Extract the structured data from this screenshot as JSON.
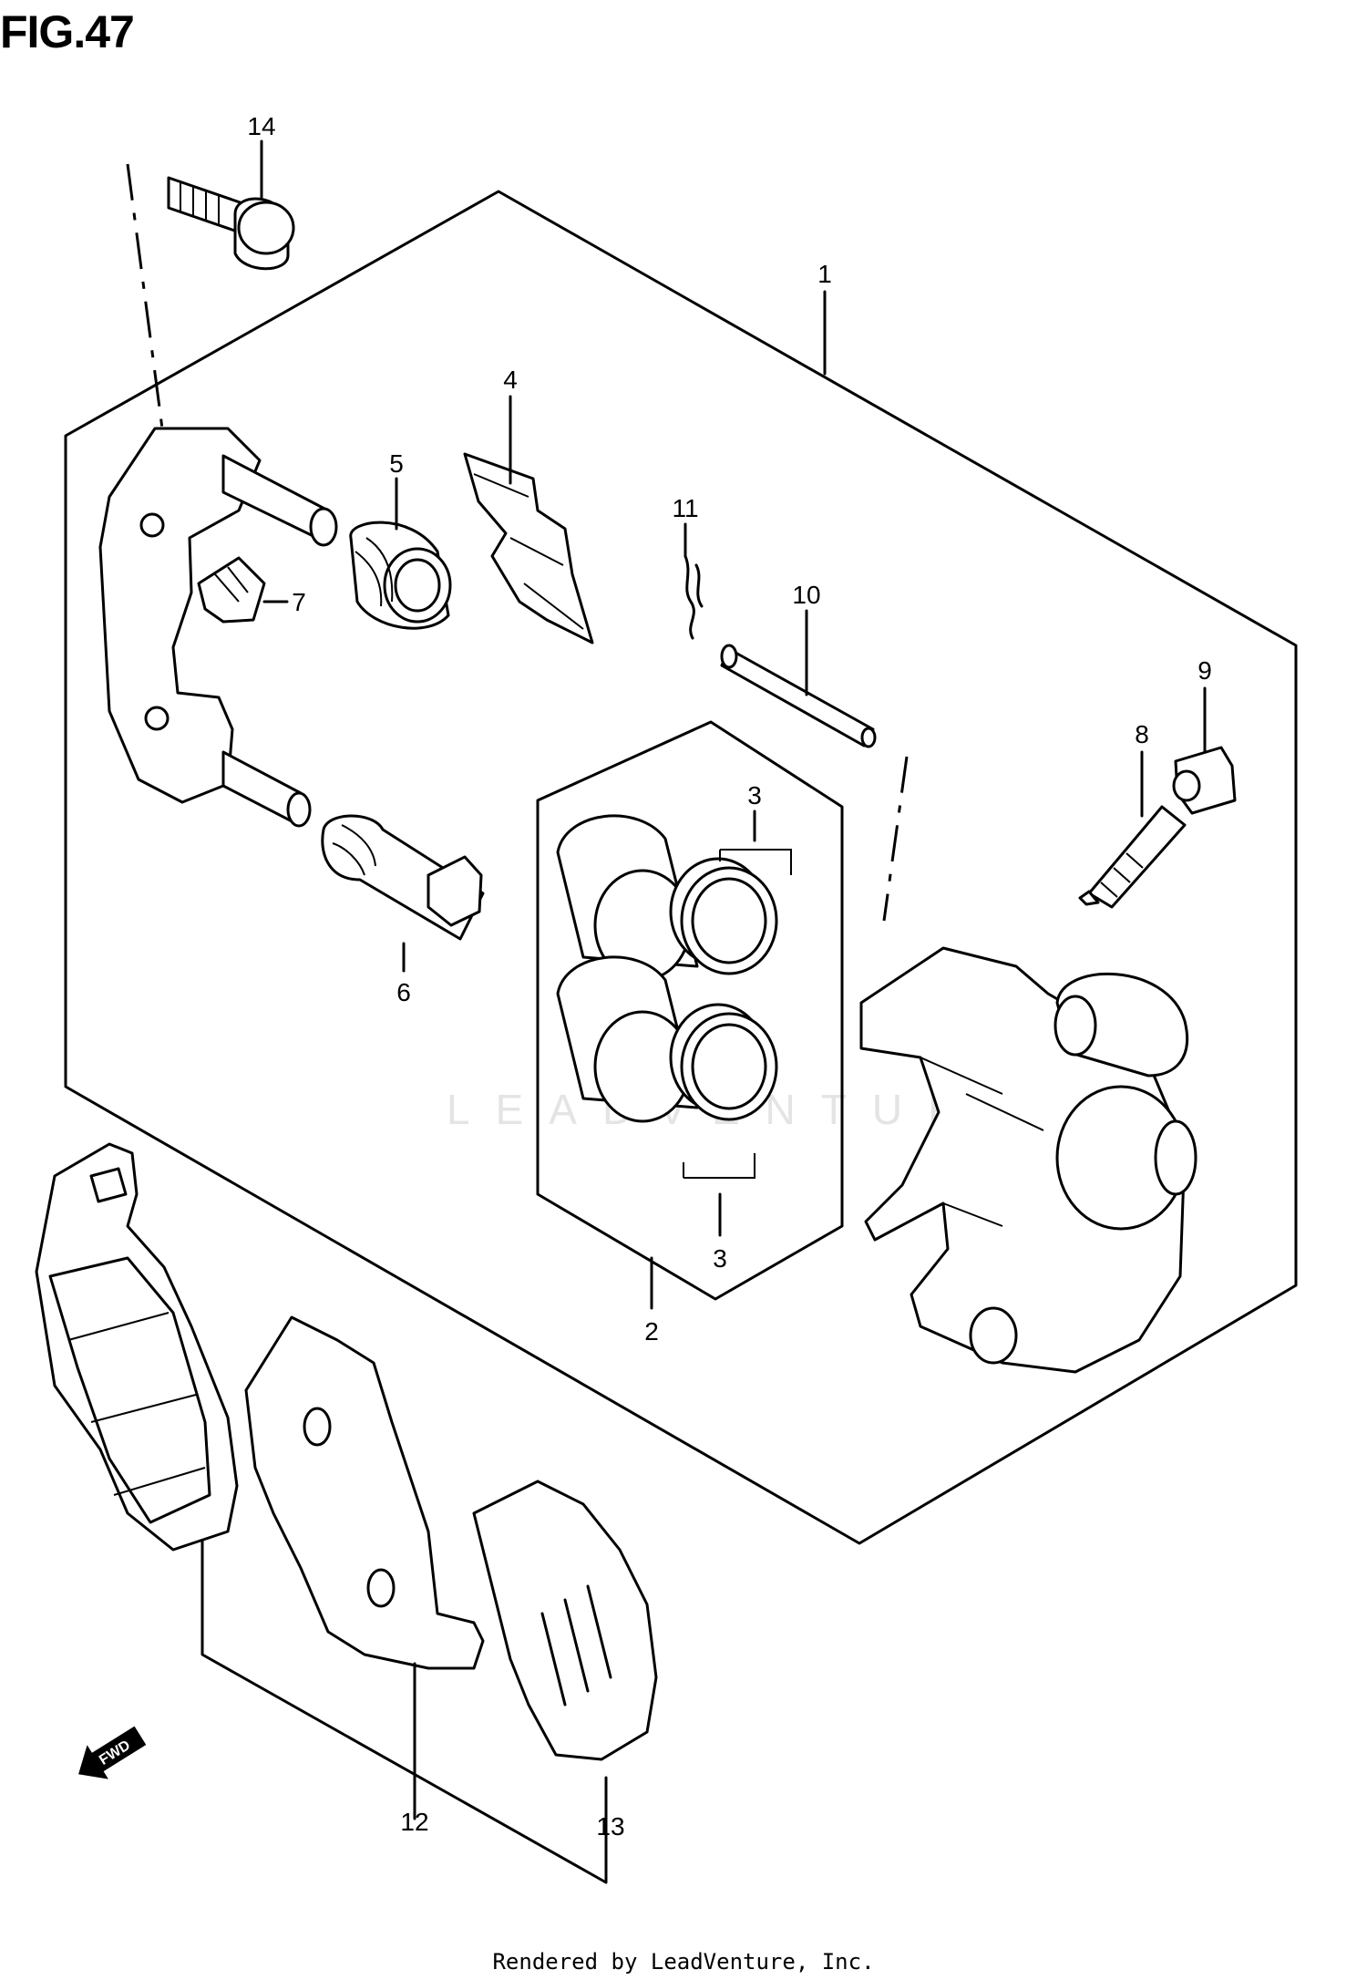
{
  "figure": {
    "title": "FIG.47"
  },
  "callouts": {
    "c1": "1",
    "c2": "2",
    "c3a": "3",
    "c3b": "3",
    "c4": "4",
    "c5": "5",
    "c6": "6",
    "c7": "7",
    "c8": "8",
    "c9": "9",
    "c10": "10",
    "c11": "11",
    "c12": "12",
    "c13": "13",
    "c14": "14"
  },
  "forward_arrow": {
    "label": "FWD"
  },
  "watermark": "LEADVENTURE",
  "footer": "Rendered by LeadVenture, Inc."
}
